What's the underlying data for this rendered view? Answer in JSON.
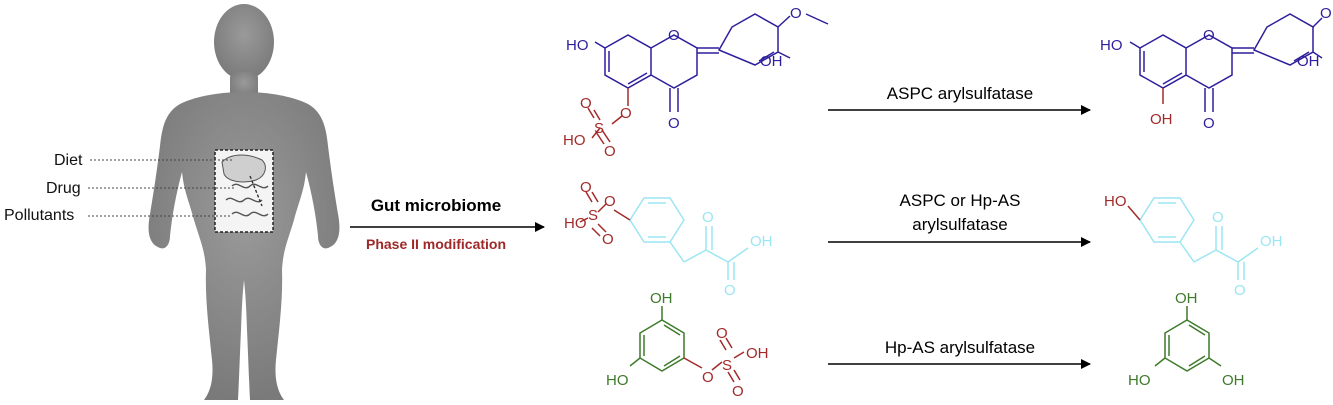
{
  "body_labels": [
    "Diet",
    "Drug",
    "Pollutants"
  ],
  "process": {
    "title": "Gut microbiome",
    "subtitle": "Phase II modification"
  },
  "reactions": [
    {
      "enzyme_lines": [
        "ASPC arylsulfatase"
      ]
    },
    {
      "enzyme_lines": [
        "ASPC or Hp-AS",
        "arylsulfatase"
      ]
    },
    {
      "enzyme_lines": [
        "Hp-AS arylsulfatase"
      ]
    }
  ],
  "atoms": {
    "ho": "HO",
    "oh": "OH",
    "o": "O",
    "s": "S"
  },
  "colors": {
    "flavonoid": "#2d1f9c",
    "sulfate": "#a32a2a",
    "phenylpyruvate": "#9be6f2",
    "phloroglucinol": "#3d7a2a",
    "body": "#8a8a8a",
    "arrow": "#000000"
  }
}
